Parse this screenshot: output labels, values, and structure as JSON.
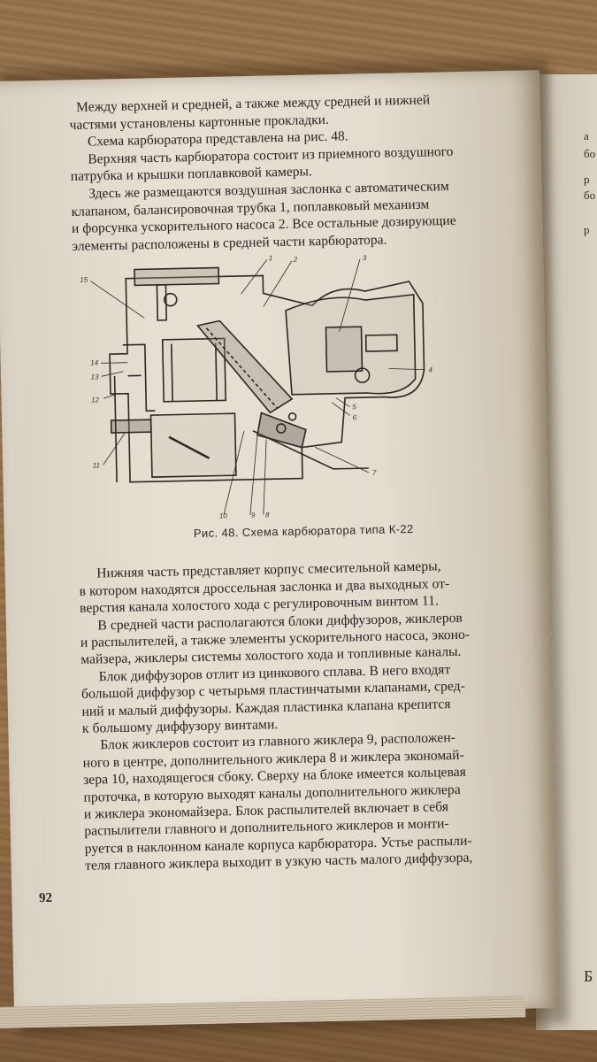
{
  "top_text": [
    "Между верхней и средней, а также между средней и нижней",
    "частями установлены картонные прокладки.",
    "Схема карбюратора представлена на рис. 48.",
    "Верхняя часть карбюратора состоит из приемного воздушного",
    "патрубка и крышки поплавковой камеры.",
    "Здесь же размещаются воздушная заслонка с автоматическим",
    "клапаном, балансировочная трубка 1, поплавковый механизм",
    "и форсунка ускорительного насоса 2. Все остальные дозирующие",
    "элементы расположены в средней части карбюратора."
  ],
  "figure": {
    "caption": "Рис. 48. Схема карбюратора типа К-22",
    "labels": [
      "1",
      "2",
      "3",
      "4",
      "5",
      "6",
      "7",
      "8",
      "9",
      "10",
      "11",
      "12",
      "13",
      "14",
      "15"
    ]
  },
  "bottom_paragraphs": [
    [
      "Нижняя часть представляет корпус смесительной камеры,",
      "в котором находятся дроссельная заслонка и два выходных от-",
      "верстия канала холостого хода с регулировочным винтом 11."
    ],
    [
      "В средней части располагаются блоки диффузоров, жиклеров",
      "и распылителей, а также элементы ускорительного насоса, эконо-",
      "майзера, жиклеры системы холостого хода и топливные каналы."
    ],
    [
      "Блок диффузоров отлит из цинкового сплава. В него входят",
      "большой диффузор с четырьмя пластинчатыми клапанами, сред-",
      "ний и малый диффузоры. Каждая пластинка клапана крепится",
      "к большому диффузору винтами."
    ],
    [
      "Блок жиклеров состоит из главного жиклера 9, расположен-",
      "ного в центре, дополнительного жиклера 8 и жиклера экономай-",
      "зера 10, находящегося сбоку. Сверху на блоке имеется кольцевая",
      "проточка, в которую выходят каналы дополнительного жиклера",
      "и жиклера экономайзера. Блок распылителей включает в себя",
      "распылители главного и дополнительного жиклеров и монти-",
      "руется в наклонном канале корпуса карбюратора. Устье распыли-",
      "теля главного жиклера выходит в узкую часть малого диффузора,"
    ]
  ],
  "page_number": "92",
  "next_page_chars": [
    "а",
    "бо",
    "р",
    "бо",
    "р",
    "Б"
  ]
}
